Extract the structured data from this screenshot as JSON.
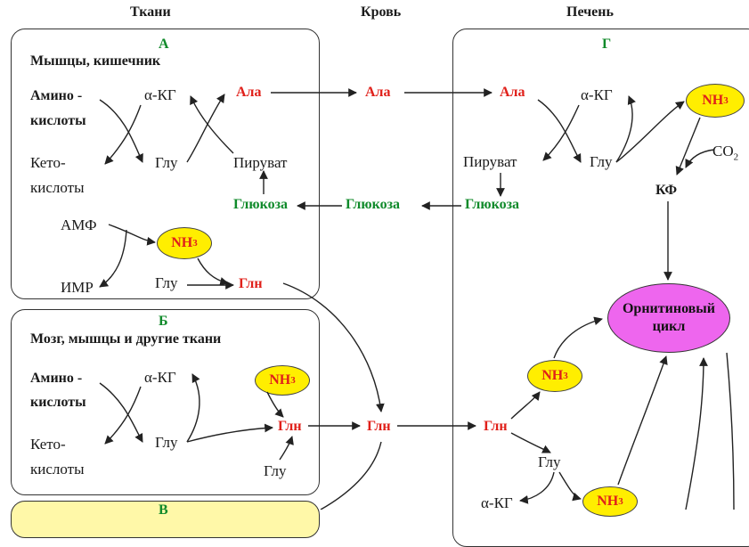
{
  "headers": {
    "tissues": "Ткани",
    "blood": "Кровь",
    "liver": "Печень"
  },
  "panel_a": {
    "letter": "А",
    "title": "Мышцы, кишечник",
    "amino_1": "Амино -",
    "amino_2": "кислоты",
    "keto_1": "Кето-",
    "keto_2": "кислоты",
    "akg": "α-КГ",
    "glu": "Глу",
    "ala": "Ала",
    "pyruvate": "Пируват",
    "glucose": "Глюкоза",
    "amp": "АМФ",
    "imp": "ИМР",
    "nh3": "NH3",
    "glu2": "Глу",
    "gln": "Глн"
  },
  "panel_b": {
    "letter": "Б",
    "title": "Мозг, мышцы и другие ткани",
    "amino_1": "Амино -",
    "amino_2": "кислоты",
    "keto_1": "Кето-",
    "keto_2": "кислоты",
    "akg": "α-КГ",
    "glu": "Глу",
    "nh3": "NH3",
    "gln": "Глн",
    "glu2": "Глу"
  },
  "panel_c": {
    "letter": "В"
  },
  "blood": {
    "ala": "Ала",
    "glucose": "Глюкоза",
    "gln": "Глн"
  },
  "liver": {
    "letter": "Г",
    "ala": "Ала",
    "akg": "α-КГ",
    "nh3": "NH3",
    "co2": "CO2",
    "pyruvate": "Пируват",
    "glu": "Глу",
    "kf": "КФ",
    "glucose": "Глюкоза",
    "ornithine_1": "Орнитиновый",
    "ornithine_2": "цикл",
    "nh3_b": "NH3",
    "gln": "Глн",
    "glu_b": "Глу",
    "akg_b": "α-КГ",
    "nh3_c": "NH3"
  },
  "colors": {
    "red": "#e0201a",
    "green": "#0f8a2a",
    "nh3_fill": "#ffee00",
    "cycle_fill": "#ee66ee"
  }
}
